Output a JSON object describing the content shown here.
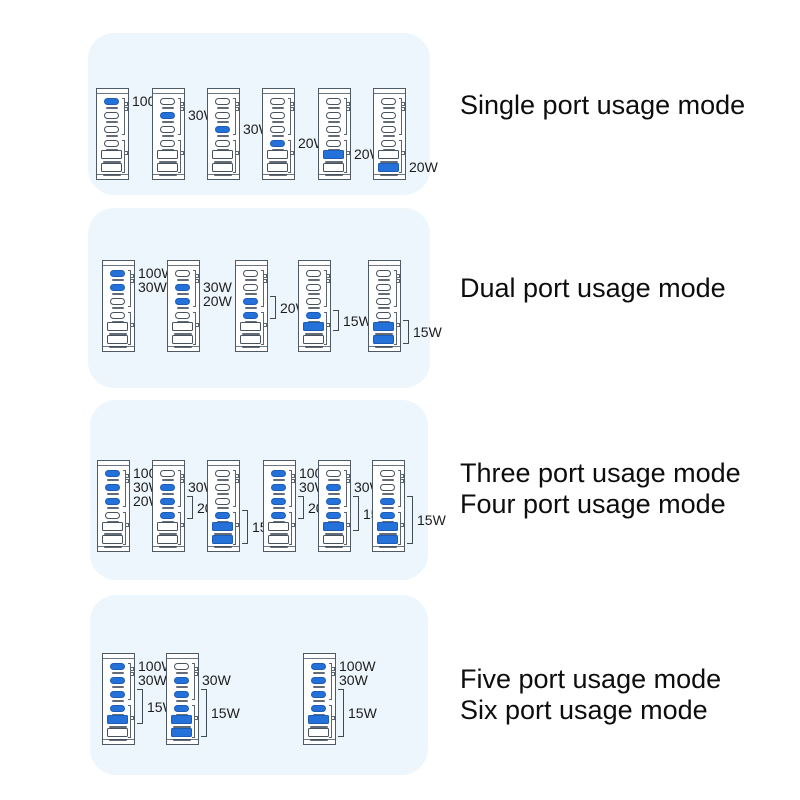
{
  "colors": {
    "background": "#ffffff",
    "card": "#eef6fd",
    "port_active": "#2471da",
    "outline": "#4e5a66",
    "label_text": "#1c1c1c",
    "title_text": "#0d0d0d"
  },
  "device": {
    "usb_c_port_count": 4,
    "usb_a_port_count": 2
  },
  "rows": [
    {
      "title_lines": [
        "Single port usage mode"
      ],
      "chargers": [
        {
          "active": [
            1
          ],
          "port_labels": [
            {
              "port": 1,
              "text": "100W"
            }
          ]
        },
        {
          "active": [
            2
          ],
          "port_labels": [
            {
              "port": 2,
              "text": "30W"
            }
          ]
        },
        {
          "active": [
            3
          ],
          "port_labels": [
            {
              "port": 3,
              "text": "30W"
            }
          ]
        },
        {
          "active": [
            4
          ],
          "port_labels": [
            {
              "port": 4,
              "text": "20W"
            }
          ]
        },
        {
          "active": [
            5
          ],
          "port_labels": [
            {
              "port": 5,
              "text": "20W"
            }
          ]
        },
        {
          "active": [
            6
          ],
          "port_labels": [
            {
              "port": 6,
              "text": "20W"
            }
          ]
        }
      ]
    },
    {
      "title_lines": [
        "Dual port usage mode"
      ],
      "chargers": [
        {
          "active": [
            1,
            2
          ],
          "port_labels": [
            {
              "port": 1,
              "text": "100W"
            },
            {
              "port": 2,
              "text": "30W"
            }
          ]
        },
        {
          "active": [
            2,
            3
          ],
          "port_labels": [
            {
              "port": 2,
              "text": "30W"
            },
            {
              "port": 3,
              "text": "20W"
            }
          ]
        },
        {
          "active": [
            3,
            4
          ],
          "bracket": {
            "from": 3,
            "to": 4,
            "text": "20W"
          }
        },
        {
          "active": [
            4,
            5
          ],
          "bracket": {
            "from": 4,
            "to": 5,
            "text": "15W"
          }
        },
        {
          "active": [
            5,
            6
          ],
          "bracket": {
            "from": 5,
            "to": 6,
            "text": "15W"
          }
        }
      ]
    },
    {
      "title_lines": [
        "Three port usage mode",
        "Four port usage mode"
      ],
      "chargers": [
        {
          "active": [
            1,
            2,
            3
          ],
          "port_labels": [
            {
              "port": 1,
              "text": "100W"
            },
            {
              "port": 2,
              "text": "30W"
            },
            {
              "port": 3,
              "text": "20W"
            }
          ]
        },
        {
          "active": [
            2,
            3,
            4
          ],
          "port_labels": [
            {
              "port": 2,
              "text": "30W"
            }
          ],
          "bracket": {
            "from": 3,
            "to": 4,
            "text": "20W"
          }
        },
        {
          "active": [
            4,
            5,
            6
          ],
          "bracket": {
            "from": 4,
            "to": 6,
            "text": "15W"
          }
        },
        {
          "active": [
            1,
            2,
            3,
            4
          ],
          "port_labels": [
            {
              "port": 1,
              "text": "100W"
            },
            {
              "port": 2,
              "text": "30W"
            }
          ],
          "bracket": {
            "from": 3,
            "to": 4,
            "text": "20W"
          }
        },
        {
          "active": [
            2,
            3,
            4,
            5
          ],
          "port_labels": [
            {
              "port": 2,
              "text": "30W"
            }
          ],
          "bracket": {
            "from": 3,
            "to": 5,
            "text": "15W"
          }
        },
        {
          "active": [
            3,
            4,
            5,
            6
          ],
          "bracket": {
            "from": 3,
            "to": 6,
            "text": "15W"
          }
        }
      ]
    },
    {
      "title_lines": [
        "Five port usage mode",
        "Six port usage mode"
      ],
      "chargers": [
        {
          "active": [
            1,
            2,
            3,
            4,
            5
          ],
          "port_labels": [
            {
              "port": 1,
              "text": "100W"
            },
            {
              "port": 2,
              "text": "30W"
            }
          ],
          "bracket": {
            "from": 3,
            "to": 5,
            "text": "15W"
          }
        },
        {
          "active": [
            2,
            3,
            4,
            5,
            6
          ],
          "port_labels": [
            {
              "port": 2,
              "text": "30W"
            }
          ],
          "bracket": {
            "from": 3,
            "to": 6,
            "text": "15W"
          }
        },
        {
          "active": [
            1,
            2,
            3,
            4,
            5
          ],
          "port_labels": [
            {
              "port": 1,
              "text": "100W"
            },
            {
              "port": 2,
              "text": "30W"
            }
          ],
          "bracket": {
            "from": 3,
            "to": 6,
            "text": "15W"
          }
        }
      ]
    }
  ]
}
